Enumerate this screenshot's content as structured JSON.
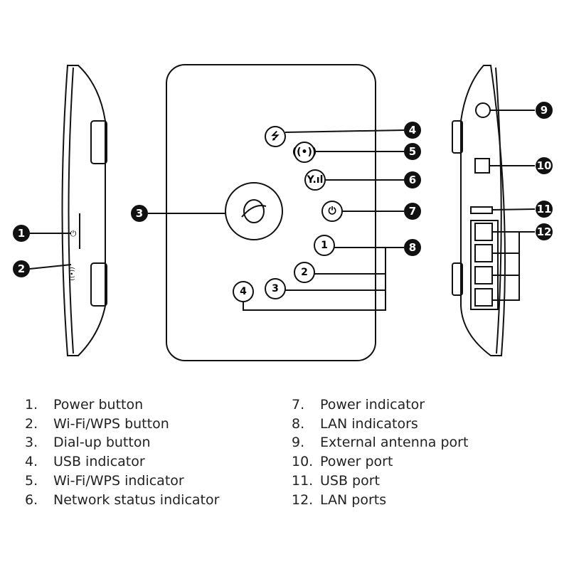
{
  "callouts": [
    "1",
    "2",
    "3",
    "4",
    "5",
    "6",
    "7",
    "8",
    "9",
    "10",
    "11",
    "12"
  ],
  "lan_indicator_labels": [
    "1",
    "2",
    "3",
    "4"
  ],
  "legend": [
    {
      "num": "1.",
      "label": "Power button"
    },
    {
      "num": "2.",
      "label": "Wi-Fi/WPS button"
    },
    {
      "num": "3.",
      "label": "Dial-up button"
    },
    {
      "num": "4.",
      "label": "USB indicator"
    },
    {
      "num": "5.",
      "label": "Wi-Fi/WPS indicator"
    },
    {
      "num": "6.",
      "label": "Network status indicator"
    },
    {
      "num": "7.",
      "label": "Power indicator"
    },
    {
      "num": "8.",
      "label": "LAN indicators"
    },
    {
      "num": "9.",
      "label": "External antenna port"
    },
    {
      "num": "10.",
      "label": "Power port"
    },
    {
      "num": "11.",
      "label": "USB port"
    },
    {
      "num": "12.",
      "label": "LAN ports"
    }
  ]
}
